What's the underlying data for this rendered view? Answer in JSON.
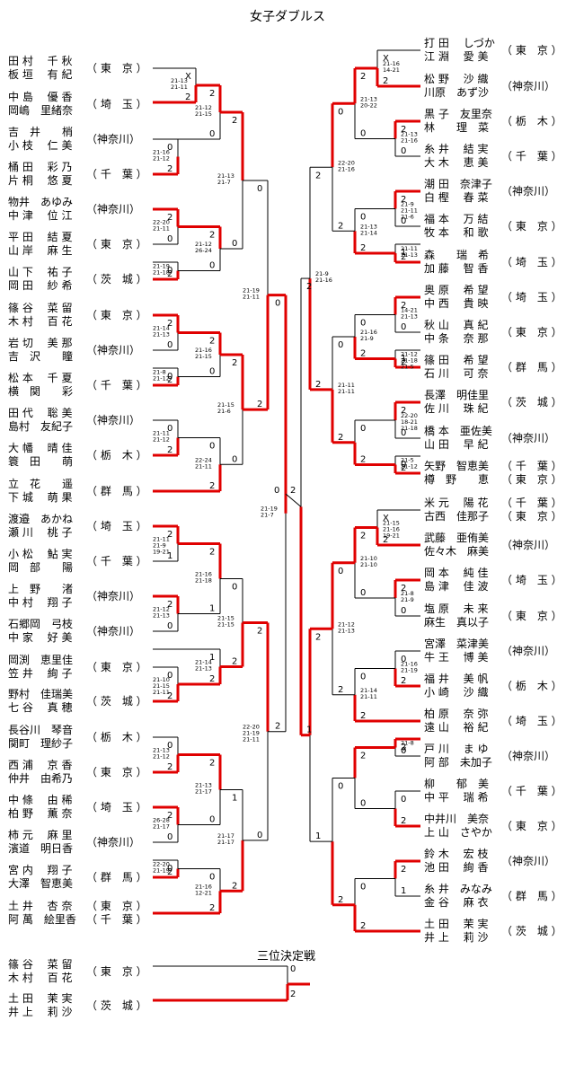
{
  "title": "女子ダブルス",
  "third_place_title": "三位決定戦",
  "left_entries": [
    {
      "p1": "田 村　 千 秋",
      "p2": "板 垣　 有 紀",
      "pref": "（ 東　京 ）"
    },
    {
      "p1": "中 島　 優 香",
      "p2": "岡嶋　里緒奈",
      "pref": "（ 埼　玉 ）"
    },
    {
      "p1": "吉　井　　梢",
      "p2": "小 枝　 仁 美",
      "pref": "（神奈川）"
    },
    {
      "p1": "桶 田　 彩 乃",
      "p2": "片 桐　 悠 夏",
      "pref": "（ 千　葉 ）"
    },
    {
      "p1": "物井　あゆみ",
      "p2": "中 津　 位 江",
      "pref": "（神奈川）"
    },
    {
      "p1": "平 田　 結 夏",
      "p2": "山 岸　 麻 生",
      "pref": "（ 東　京 ）"
    },
    {
      "p1": "山 下　 祐 子",
      "p2": "岡 田　 紗 希",
      "pref": "（ 茨　城 ）"
    },
    {
      "p1": "篠 谷　 菜 留",
      "p2": "木 村　 百 花",
      "pref": "（ 東　京 ）"
    },
    {
      "p1": "岩 切　 美 那",
      "p2": "吉　沢　　瞳",
      "pref": "（神奈川）"
    },
    {
      "p1": "松 本　 千 夏",
      "p2": "横　関　　彩",
      "pref": "（ 千　葉 ）"
    },
    {
      "p1": "田 代　 聡 美",
      "p2": "島村　友紀子",
      "pref": "（神奈川）"
    },
    {
      "p1": "大 幡　 晴 佳",
      "p2": "簑　田　　萌",
      "pref": "（ 栃　木 ）"
    },
    {
      "p1": "立　花　　遥",
      "p2": "下 城　 萌 果",
      "pref": "（ 群　馬 ）"
    },
    {
      "p1": "渡邉　あかね",
      "p2": "瀬 川　 桃 子",
      "pref": "（ 埼　玉 ）"
    },
    {
      "p1": "小 松　 鮎 実",
      "p2": "岡　部　　陽",
      "pref": "（ 千　葉 ）"
    },
    {
      "p1": "上　野　　渚",
      "p2": "中 村　 翔 子",
      "pref": "（神奈川）"
    },
    {
      "p1": "石郷岡　弓枝",
      "p2": "中 家　 好 美",
      "pref": "（神奈川）"
    },
    {
      "p1": "岡渕　恵里佳",
      "p2": "笠 井　 絢 子",
      "pref": "（ 東　京 ）"
    },
    {
      "p1": "野村　佳瑞美",
      "p2": "七 谷　 真 穂",
      "pref": "（ 茨　城 ）"
    },
    {
      "p1": "長谷川　琴音",
      "p2": "関町　理紗子",
      "pref": "（ 栃　木 ）"
    },
    {
      "p1": "西 浦　 京 香",
      "p2": "仲井　由希乃",
      "pref": "（ 東　京 ）"
    },
    {
      "p1": "中 條　 由 稀",
      "p2": "柏 野　 薫 奈",
      "pref": "（ 埼　玉 ）"
    },
    {
      "p1": "柿 元　 麻 里",
      "p2": "濱道　明日香",
      "pref": "（神奈川）"
    },
    {
      "p1": "宮 内　 翔 子",
      "p2": "大澤　智恵美",
      "pref": "（ 群　馬 ）"
    },
    {
      "p1": "土 井　 杏 奈",
      "p2": "阿 萬　絵里香",
      "pref": "（ 東　京 ）",
      "pref2": "（ 千　葉 ）"
    }
  ],
  "right_entries": [
    {
      "p1": "打 田　 しづか",
      "p2": "江 淵　 愛 美",
      "pref": "（ 東　京 ）"
    },
    {
      "p1": "松 野　 沙 織",
      "p2": "川原　あず沙",
      "pref": "（神奈川）"
    },
    {
      "p1": "黒 子　友里奈",
      "p2": "林　　理　菜",
      "pref": "（ 栃　木 ）"
    },
    {
      "p1": "糸 井　 結 実",
      "p2": "大 木　 恵 美",
      "pref": "（ 千　葉 ）"
    },
    {
      "p1": "潮 田　奈津子",
      "p2": "白 樫　 春 菜",
      "pref": "（神奈川）"
    },
    {
      "p1": "福 本　 万 結",
      "p2": "牧 本　 和 歌",
      "pref": "（ 東　京 ）"
    },
    {
      "p1": "森　　瑞　希",
      "p2": "加 藤　 智 香",
      "pref": "（ 埼　玉 ）"
    },
    {
      "p1": "奥 原　 希 望",
      "p2": "中 西　 貴 映",
      "pref": "（ 埼　玉 ）"
    },
    {
      "p1": "秋 山　 真 紀",
      "p2": "中 条　 奈 那",
      "pref": "（ 東　京 ）"
    },
    {
      "p1": "篠 田　 希 望",
      "p2": "石 川　 可 奈",
      "pref": "（ 群　馬 ）"
    },
    {
      "p1": "長澤　明佳里",
      "p2": "佐 川　 珠 紀",
      "pref": "（ 茨　城 ）"
    },
    {
      "p1": "橋 本　亜佐美",
      "p2": "山 田　 早 紀",
      "pref": "（神奈川）"
    },
    {
      "p1": "矢野　智恵美",
      "p2": "樽　野　　恵",
      "pref": "（ 千　葉 ）",
      "pref2": "（ 東　京 ）"
    },
    {
      "p1": "米 元　 陽 花",
      "p2": "古西　佳那子",
      "pref": "（ 千　葉 ）",
      "pref2": "（ 東　京 ）"
    },
    {
      "p1": "武藤　亜侑美",
      "p2": "佐々木　麻美",
      "pref": "（神奈川）"
    },
    {
      "p1": "岡 本　 純 佳",
      "p2": "島 津　 佳 波",
      "pref": "（ 埼　玉 ）"
    },
    {
      "p1": "塩 原　 未 来",
      "p2": "麻生　真以子",
      "pref": "（ 東　京 ）"
    },
    {
      "p1": "宮澤　菜津美",
      "p2": "牛 王　 博 美",
      "pref": "（神奈川）"
    },
    {
      "p1": "福 井　 美 帆",
      "p2": "小 崎　 沙 織",
      "pref": "（ 栃　木 ）"
    },
    {
      "p1": "柏 原　 奈 弥",
      "p2": "遠 山　 裕 紀",
      "pref": "（ 埼　玉 ）"
    },
    {
      "p1": "戸 川　 ま ゆ",
      "p2": "阿 部　未加子",
      "pref": "（神奈川）"
    },
    {
      "p1": "柳　　郁　美",
      "p2": "中 平　 瑞 希",
      "pref": "（ 千　葉 ）"
    },
    {
      "p1": "中井川　美奈",
      "p2": "上 山　さやか",
      "pref": "（ 東　京 ）"
    },
    {
      "p1": "鈴 木　 宏 枝",
      "p2": "池 田　 絢 香",
      "pref": "（神奈川）"
    },
    {
      "p1": "糸 井　みなみ",
      "p2": "金 谷　 麻 衣",
      "pref": "（ 群　馬 ）"
    },
    {
      "p1": "土 田　 茉 実",
      "p2": "井 上　 莉 沙",
      "pref": "（ 茨　城 ）"
    }
  ],
  "third_entries": [
    {
      "p1": "篠 谷　 菜 留",
      "p2": "木 村　 百 花",
      "pref": "（ 東　京 ）"
    },
    {
      "p1": "土 田　 茉 実",
      "p2": "井 上　 莉 沙",
      "pref": "（ 茨　城 ）"
    }
  ],
  "scores": [
    "21-13",
    "21-11",
    "21-16",
    "21-12",
    "22-20",
    "21-11",
    "21-19",
    "21-18",
    "21-12",
    "21-15",
    "21-12",
    "26-24",
    "21-13",
    "21-7",
    "21-14",
    "21-13",
    "21-8",
    "21-12",
    "21-11",
    "21-12",
    "21-16",
    "21-15",
    "22-24",
    "21-11",
    "21-15",
    "21-6",
    "21-19",
    "21-11",
    "21-11",
    "21-9",
    "19-21",
    "21-12",
    "21-13",
    "21-10",
    "21-15",
    "21-11",
    "21-16",
    "21-18",
    "21-14",
    "21-13",
    "21-15",
    "21-15",
    "21-13",
    "21-12",
    "26-28",
    "21-17",
    "22-20",
    "21-19",
    "21-13",
    "21-17",
    "21-16",
    "12-21",
    "21-17",
    "21-17",
    "22-20",
    "21-19",
    "21-11",
    "21-19",
    "21-7",
    "21-16",
    "14-21",
    "21-13",
    "21-16",
    "21-9",
    "21-11",
    "21-6",
    "21-11",
    "21-13",
    "21-13",
    "20-22",
    "21-13",
    "21-14",
    "22-20",
    "21-16",
    "14-21",
    "21-13",
    "21-12",
    "21-18",
    "21-5",
    "22-20",
    "18-21",
    "21-18",
    "21-5",
    "21-12",
    "21-16",
    "21-9",
    "21-11",
    "21-11",
    "21-9",
    "21-16",
    "21-15",
    "21-16",
    "19-21",
    "21-8",
    "21-9",
    "21-16",
    "21-19",
    "21-10",
    "21-10",
    "21-14",
    "21-11",
    "21-12",
    "21-13",
    "21-8",
    "-X"
  ],
  "marks": [
    "0",
    "1",
    "2",
    "X"
  ],
  "colors": {
    "win": "#e00000",
    "line": "#000000"
  }
}
